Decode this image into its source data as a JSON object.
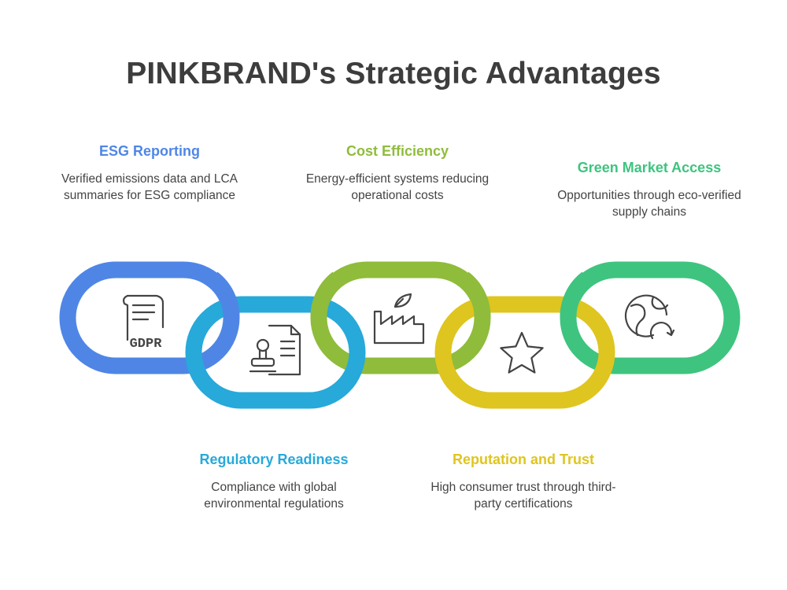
{
  "title": "PINKBRAND's Strategic Advantages",
  "items": [
    {
      "heading": "ESG Reporting",
      "description": "Verified emissions data and LCA summaries for ESG compliance",
      "color": "#4f86e6",
      "icon": "gdpr-document-icon"
    },
    {
      "heading": "Regulatory Readiness",
      "description": "Compliance with global environmental regulations",
      "color": "#27a9da",
      "icon": "stamp-document-icon"
    },
    {
      "heading": "Cost Efficiency",
      "description": "Energy-efficient systems reducing operational costs",
      "color": "#8fbc3b",
      "icon": "eco-factory-icon"
    },
    {
      "heading": "Reputation and Trust",
      "description": "High consumer trust through third-party certifications",
      "color": "#dfc51f",
      "icon": "star-icon"
    },
    {
      "heading": "Green Market Access",
      "description": "Opportunities through eco-verified supply chains",
      "color": "#3ec47f",
      "icon": "globe-refresh-icon"
    }
  ]
}
